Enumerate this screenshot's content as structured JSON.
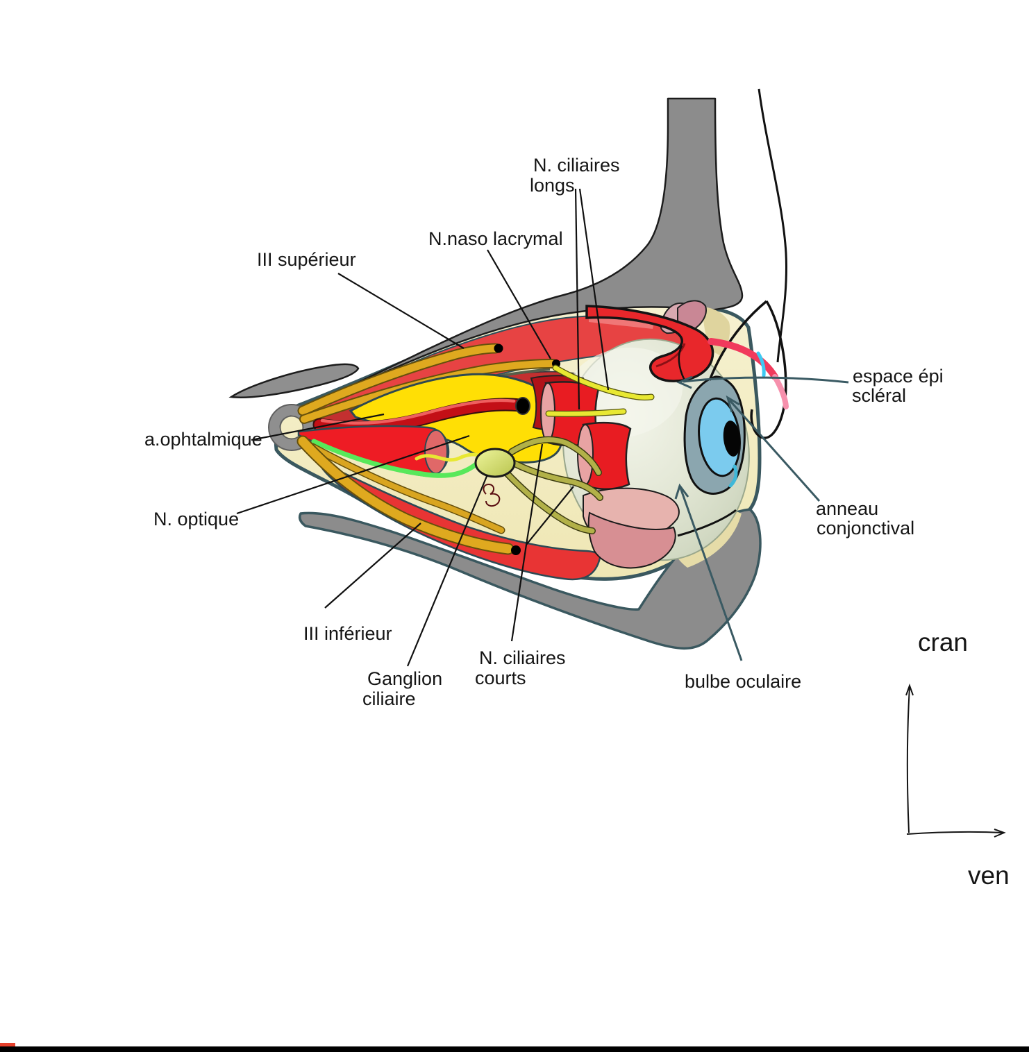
{
  "figure": {
    "type": "anatomical-diagram",
    "subject": "orbite et bulbe oculaire — coupe sagittale schématique",
    "labels": {
      "ciliaires_longs_1": "N. ciliaires",
      "ciliaires_longs_2": "longs",
      "naso_lacrymal": "N.naso lacrymal",
      "iii_superieur": "III supérieur",
      "a_ophtalmique": "a.ophtalmique",
      "n_optique": "N. optique",
      "iii_inferieur": "III inférieur",
      "ganglion_1": "Ganglion",
      "ganglion_2": "ciliaire",
      "ciliaires_courts_1": "N. ciliaires",
      "ciliaires_courts_2": "courts",
      "bulbe_oculaire": "bulbe oculaire",
      "espace_1": "espace épi",
      "espace_2": "scléral",
      "anneau_1": "anneau",
      "anneau_2": "conjonctival"
    },
    "axes": {
      "vertical": "cran",
      "horizontal": "ven"
    },
    "colors": {
      "bone_gray": "#8c8c8c",
      "periorbita_cream": "#f3edc6",
      "muscle_red": "#e84040",
      "artery_dark_red": "#c30f16",
      "nerve_gold": "#dfa91f",
      "optic_yellow": "#ffdf05",
      "ciliary_green": "#58e85a",
      "ganglion_yellow_green": "#dce878",
      "globe_gray_green": "#e4e8d7",
      "iris_blue": "#7bcbee",
      "conjunctiva_blue_gray": "#8ba6af",
      "eyelid_pink": "#e7b3ae",
      "leader_teal": "#3a5a63",
      "margin_crimson": "#f13a5c"
    }
  }
}
